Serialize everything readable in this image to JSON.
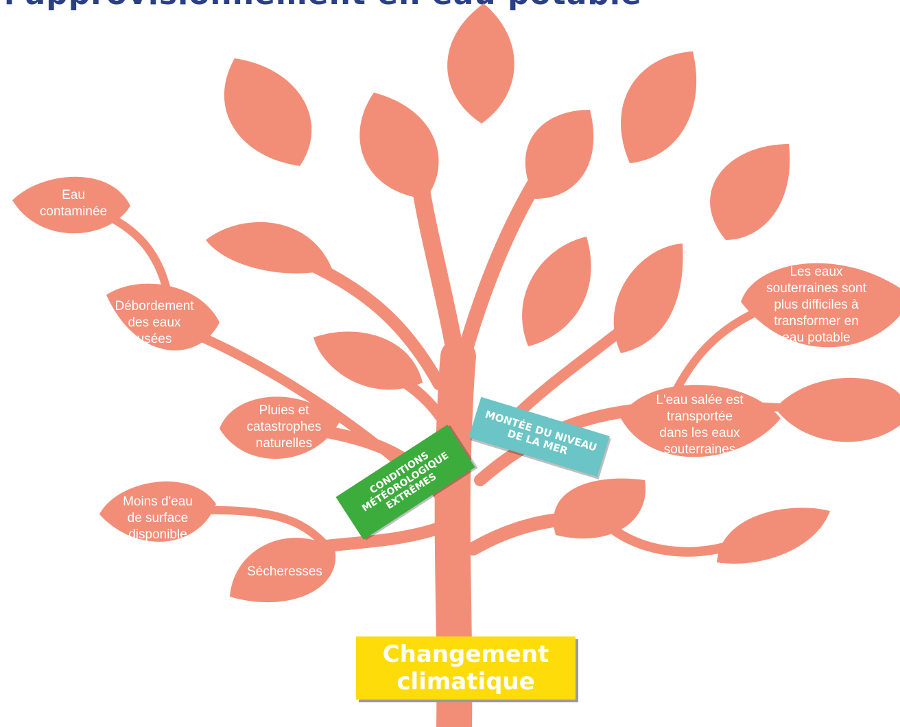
{
  "title": "l'approvisionnement en eau potable",
  "colors": {
    "tree": "#f28e78",
    "title": "#2b3f86",
    "banner_green": "#3cac3c",
    "banner_teal": "#6bc4c6",
    "root_box": "#fddc0a"
  },
  "root": {
    "line1": "Changement",
    "line2": "climatique"
  },
  "banners": {
    "extreme_weather": {
      "line1": "CONDITIONS",
      "line2": "MÉTÉOROLOGIQUE",
      "line3": "EXTRÊMES"
    },
    "sea_level": {
      "line1": "MONTÉE DU NIVEAU",
      "line2": "DE LA MER"
    }
  },
  "leaves": {
    "contaminated_water": {
      "line1": "Eau",
      "line2": "contaminée"
    },
    "sewage_overflow": {
      "line1": "Débordement",
      "line2": "des eaux",
      "line3": "usées"
    },
    "rain_disasters": {
      "line1": "Pluies et",
      "line2": "catastrophes",
      "line3": "naturelles"
    },
    "less_surface_water": {
      "line1": "Moins d'eau",
      "line2": "de surface",
      "line3": "disponible"
    },
    "droughts": {
      "line1": "Sécheresses"
    },
    "groundwater_harder": {
      "line1": "Les eaux",
      "line2": "souterraines sont",
      "line3": "plus difficiles à",
      "line4": "transformer en",
      "line5": "eau potable"
    },
    "salt_water": {
      "line1": "L'eau salée est",
      "line2": "transportée",
      "line3": "dans les eaux",
      "line4": "souterraines"
    }
  }
}
